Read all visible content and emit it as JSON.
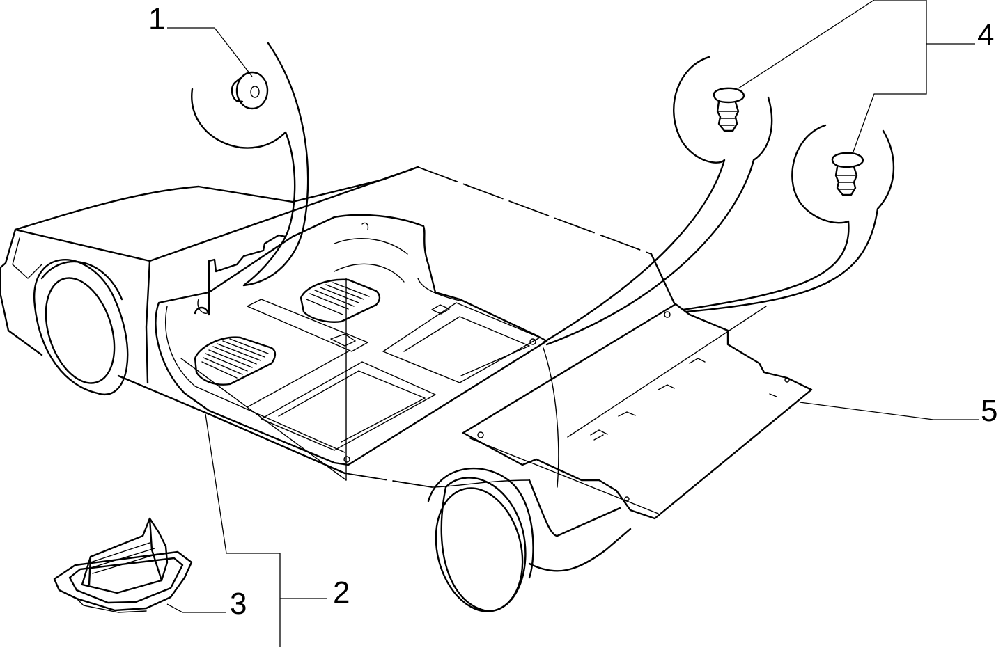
{
  "diagram": {
    "callouts": [
      {
        "id": "1",
        "label": "1"
      },
      {
        "id": "2",
        "label": "2"
      },
      {
        "id": "3",
        "label": "3"
      },
      {
        "id": "4",
        "label": "4"
      },
      {
        "id": "5",
        "label": "5"
      }
    ],
    "stroke_color": "#000000",
    "background_color": "#ffffff"
  }
}
